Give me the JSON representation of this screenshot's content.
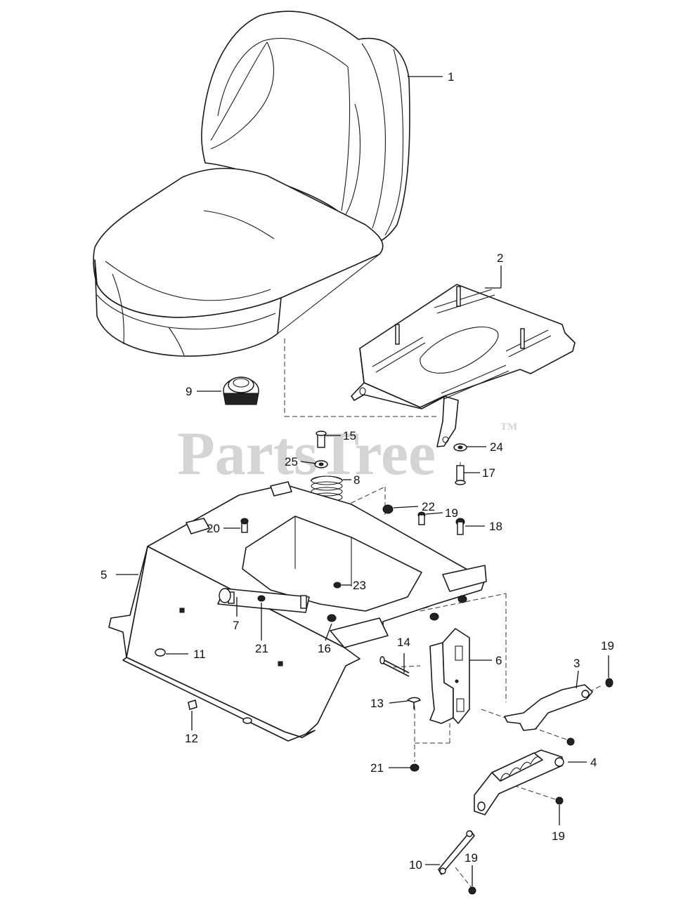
{
  "watermark": {
    "text": "PartsTree",
    "mark": "TM"
  },
  "callouts": [
    {
      "id": "c1",
      "label": "1"
    },
    {
      "id": "c2",
      "label": "2"
    },
    {
      "id": "c3",
      "label": "3"
    },
    {
      "id": "c4",
      "label": "4"
    },
    {
      "id": "c5",
      "label": "5"
    },
    {
      "id": "c6",
      "label": "6"
    },
    {
      "id": "c7",
      "label": "7"
    },
    {
      "id": "c8",
      "label": "8"
    },
    {
      "id": "c9",
      "label": "9"
    },
    {
      "id": "c10",
      "label": "10"
    },
    {
      "id": "c11",
      "label": "11"
    },
    {
      "id": "c12",
      "label": "12"
    },
    {
      "id": "c13",
      "label": "13"
    },
    {
      "id": "c14",
      "label": "14"
    },
    {
      "id": "c15",
      "label": "15"
    },
    {
      "id": "c16",
      "label": "16"
    },
    {
      "id": "c17",
      "label": "17"
    },
    {
      "id": "c18",
      "label": "18"
    },
    {
      "id": "c19a",
      "label": "19"
    },
    {
      "id": "c19b",
      "label": "19"
    },
    {
      "id": "c19c",
      "label": "19"
    },
    {
      "id": "c19d",
      "label": "19"
    },
    {
      "id": "c20",
      "label": "20"
    },
    {
      "id": "c21a",
      "label": "21"
    },
    {
      "id": "c21b",
      "label": "21"
    },
    {
      "id": "c22",
      "label": "22"
    },
    {
      "id": "c23",
      "label": "23"
    },
    {
      "id": "c24",
      "label": "24"
    },
    {
      "id": "c25",
      "label": "25"
    }
  ]
}
